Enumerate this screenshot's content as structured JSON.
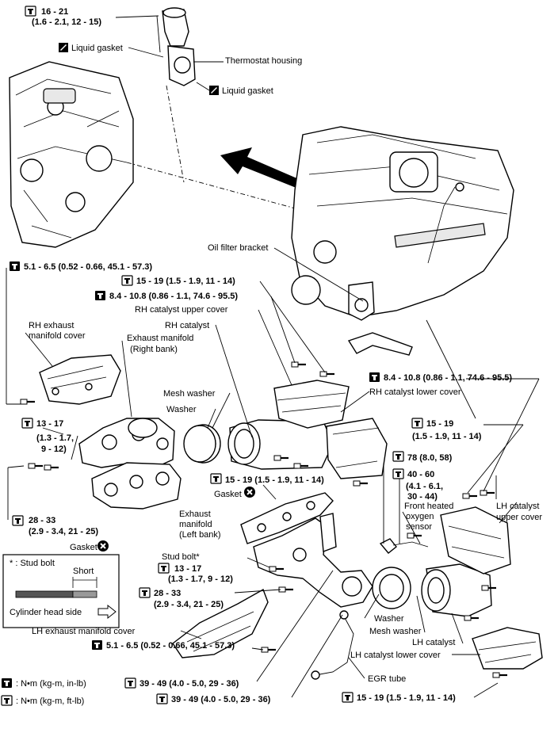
{
  "torque": {
    "t_top": "16 - 21",
    "t_top_sub": "(1.6 - 2.1, 12 - 15)",
    "t_rh_heat": "5.1 - 6.5 (0.52 - 0.66, 45.1 - 57.3)",
    "t_rh_cov1": "15 - 19 (1.5 - 1.9, 11 - 14)",
    "t_rh_cov2": "8.4 - 10.8 (0.86 - 1.1, 74.6 - 95.5)",
    "t_rh_low": "8.4 - 10.8 (0.86 - 1.1, 74.6 - 95.5)",
    "t_manif": "13 - 17",
    "t_manif_sub1": "(1.3 - 1.7,",
    "t_manif_sub2": "9 - 12)",
    "t_rh_cat1": "15 - 19",
    "t_rh_cat2": "(1.5 - 1.9, 11 - 14)",
    "t_gasket": "15 - 19 (1.5 - 1.9, 11 - 14)",
    "t_left": "28 - 33",
    "t_left_sub": "(2.9 - 3.4, 21 - 25)",
    "t_oxy": "78 (8.0, 58)",
    "t_lhc": "40 - 60",
    "t_lhc_sub1": "(4.1 - 6.1,",
    "t_lhc_sub2": "30 - 44)",
    "t_stud": "13 - 17",
    "t_stud_sub": "(1.3 - 1.7, 9 - 12)",
    "t_mid": "28 - 33",
    "t_mid_sub": "(2.9 - 3.4, 21 - 25)",
    "t_lh_cov": "5.1 - 6.5 (0.52 - 0.66, 45.1 - 57.3)",
    "t_egr1": "39 - 49 (4.0 - 5.0, 29 - 36)",
    "t_egr2": "39 - 49 (4.0 - 5.0, 29 - 36)",
    "t_lh_low": "15 - 19 (1.5 - 1.9, 11 - 14)"
  },
  "labels": {
    "liquid_gasket_1": "Liquid gasket",
    "thermostat": "Thermostat housing",
    "liquid_gasket_2": "Liquid gasket",
    "oil_filter": "Oil filter bracket",
    "rh_upper_cover": "RH catalyst upper cover",
    "rh_catalyst": "RH catalyst",
    "rh_exh_cover_1": "RH exhaust",
    "rh_exh_cover_2": "manifold cover",
    "exh_manifold_1": "Exhaust manifold",
    "exh_manifold_2": "(Right bank)",
    "mesh_washer": "Mesh washer",
    "washer": "Washer",
    "rh_lower_cover": "RH catalyst lower cover",
    "gasket_1": "Gasket",
    "gasket_2": "Gasket",
    "exh_left_1": "Exhaust",
    "exh_left_2": "manifold",
    "exh_left_3": "(Left bank)",
    "front_oxy_1": "Front heated",
    "front_oxy_2": "oxygen",
    "front_oxy_3": "sensor",
    "lh_upper_1": "LH catalyst",
    "lh_upper_2": "upper cover",
    "stud_bolt": "Stud bolt*",
    "washer_lh": "Washer",
    "mesh_washer_lh": "Mesh washer",
    "lh_catalyst": "LH catalyst",
    "lh_exh_cover": "LH exhaust manifold cover",
    "lh_lower_cover": "LH catalyst lower cover",
    "egr_tube": "EGR tube"
  },
  "inset": {
    "legend": "* : Stud bolt",
    "short": "Short",
    "cyl_side": "Cylinder head side"
  },
  "legend_bottom": {
    "line1": ": N•m (kg-m, in-lb)",
    "line2": ": N•m (kg-m, ft-lb)"
  }
}
